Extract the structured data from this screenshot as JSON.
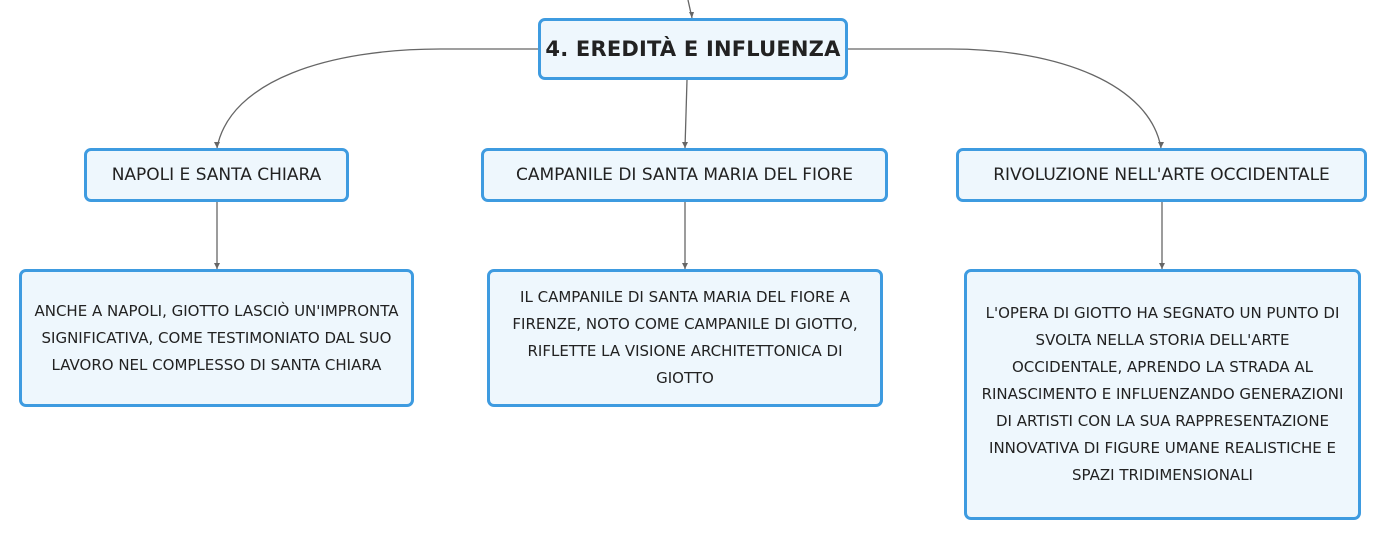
{
  "root": {
    "title": "4. EREDITÀ E INFLUENZA"
  },
  "topics": [
    {
      "label": "NAPOLI E SANTA CHIARA",
      "detail": "ANCHE A NAPOLI, GIOTTO LASCIÒ UN'IMPRONTA SIGNIFICATIVA, COME TESTIMONIATO DAL SUO LAVORO NEL COMPLESSO DI SANTA CHIARA"
    },
    {
      "label": "CAMPANILE DI SANTA MARIA DEL FIORE",
      "detail": "IL CAMPANILE DI SANTA MARIA DEL FIORE A FIRENZE, NOTO COME CAMPANILE DI GIOTTO, RIFLETTE LA VISIONE ARCHITETTONICA DI GIOTTO"
    },
    {
      "label": "RIVOLUZIONE NELL'ARTE OCCIDENTALE",
      "detail": "L'OPERA DI GIOTTO HA SEGNATO UN PUNTO DI SVOLTA NELLA STORIA DELL'ARTE OCCIDENTALE, APRENDO LA STRADA AL RINASCIMENTO E INFLUENZANDO GENERAZIONI DI ARTISTI CON LA SUA RAPPRESENTAZIONE INNOVATIVA DI FIGURE UMANE REALISTICHE E SPAZI TRIDIMENSIONALI"
    }
  ],
  "colors": {
    "node_border": "#3e9be0",
    "node_fill": "#eef7fd",
    "connector": "#666666",
    "text": "#222222"
  }
}
